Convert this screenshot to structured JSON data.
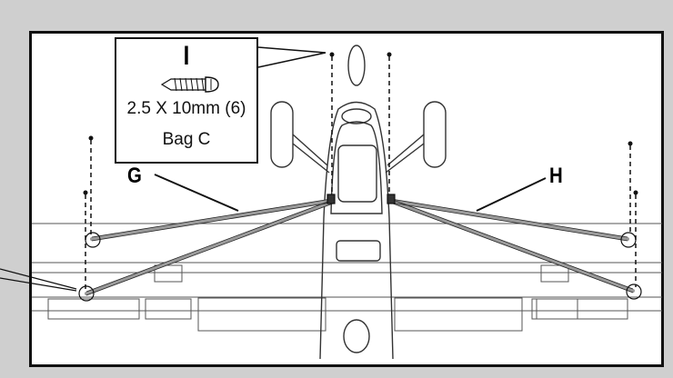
{
  "hardware": {
    "letter": "I",
    "size": "2.5 X 10mm (6)",
    "bag": "Bag C"
  },
  "labels": {
    "left_strut": "G",
    "right_strut": "H"
  },
  "colors": {
    "background": "#cfcfcf",
    "frame": "#111111",
    "strut": "#9a9a9a"
  }
}
